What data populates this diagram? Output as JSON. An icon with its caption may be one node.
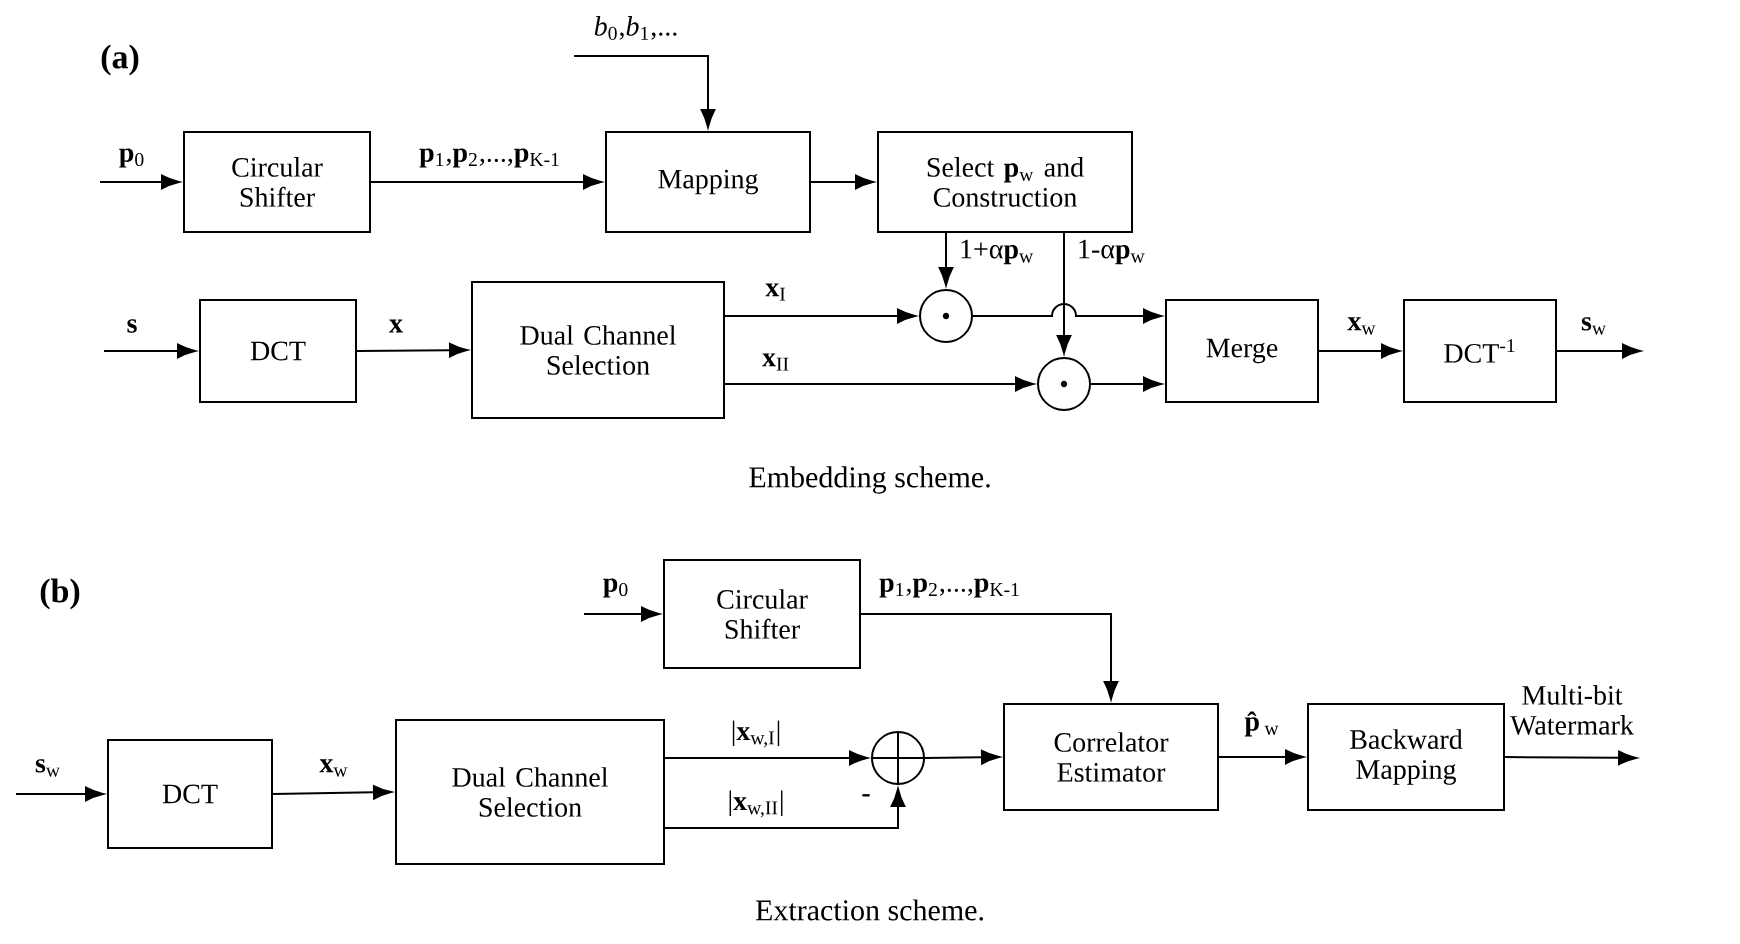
{
  "diagram": {
    "nodes": [
      {
        "text": [
          "Circular Shifter"
        ]
      },
      {
        "text": [
          "Mapping"
        ]
      },
      {
        "text": [
          "Select **p**$_{w}$ and Construction"
        ]
      },
      {
        "text": [
          "DCT"
        ]
      },
      {
        "text": [
          "Dual Channel Selection"
        ]
      },
      {
        "text": [],
        "shape": "circle"
      },
      {
        "text": [],
        "shape": "circle"
      },
      {
        "text": [
          "Merge"
        ]
      },
      {
        "text": [
          "DCT$^{-1}$"
        ]
      },
      {
        "text": [
          "Circular Shifter"
        ]
      },
      {
        "text": [
          "Correlator Estimator"
        ]
      },
      {
        "text": [
          "Backward Mapping"
        ]
      },
      {
        "text": [
          "DCT"
        ]
      },
      {
        "text": [
          "Dual Channel Selection"
        ]
      },
      {
        "text": [],
        "shape": "circle"
      }
    ],
    "edges": [
      {
        "from": null,
        "to": 0,
        "arrow": "to",
        "label": "**p**$_{0}$"
      },
      {
        "from": 0,
        "to": 1,
        "arrow": "to",
        "label": "**p**$_{1}$,**p**$_{2}$,...,**p**$_{K-1}$"
      },
      {
        "from": null,
        "to": 1,
        "arrow": "to",
        "label": "*b*$_{0}$,*b*$_{1}$,..."
      },
      {
        "from": 1,
        "to": 2,
        "arrow": "to"
      },
      {
        "from": 2,
        "to": 5,
        "arrow": "to",
        "label": "1+α**p**$_{w}$"
      },
      {
        "from": 2,
        "to": 6,
        "arrow": "to",
        "label": "1-α**p**$_{w}$"
      },
      {
        "from": null,
        "to": 3,
        "arrow": "to",
        "label": "**s**"
      },
      {
        "from": 3,
        "to": 4,
        "arrow": "to",
        "label": "**x**"
      },
      {
        "from": 4,
        "to": 5,
        "arrow": "to",
        "label": "**x**$_{I}$"
      },
      {
        "from": 4,
        "to": 6,
        "arrow": "to",
        "label": "**x**$_{II}$"
      },
      {
        "from": 5,
        "to": 7,
        "arrow": "to"
      },
      {
        "from": 6,
        "to": 7,
        "arrow": "to"
      },
      {
        "from": 7,
        "to": 8,
        "arrow": "to",
        "label": "**x**$_{w}$"
      },
      {
        "from": 8,
        "to": null,
        "arrow": "to",
        "label": "**s**$_{w}$"
      },
      {
        "from": null,
        "to": 9,
        "arrow": "to",
        "label": "**p**$_{0}$"
      },
      {
        "from": 9,
        "to": 10,
        "arrow": "to",
        "label": "**p**$_{1}$,**p**$_{2}$,...,**p**$_{K-1}$"
      },
      {
        "from": null,
        "to": 12,
        "arrow": "to",
        "label": "**s**$_{w}$"
      },
      {
        "from": 12,
        "to": 13,
        "arrow": "to",
        "label": "**x**$_{w}$"
      },
      {
        "from": 13,
        "to": 14,
        "arrow": "to",
        "label": "|**x**$_{w,I}$|"
      },
      {
        "from": 13,
        "to": 14,
        "arrow": "to",
        "label": "|**x**$_{w,II}$|"
      },
      {
        "from": 14,
        "to": 10,
        "arrow": "to"
      },
      {
        "from": 10,
        "to": 11,
        "arrow": "to",
        "label": "**p̂**$_{w}$"
      },
      {
        "from": 11,
        "to": null,
        "arrow": "to",
        "label": "Multi-bit Watermark"
      }
    ],
    "labels": [
      "(a)",
      "Embedding scheme.",
      "(b)",
      "-",
      "Extraction scheme."
    ]
  }
}
